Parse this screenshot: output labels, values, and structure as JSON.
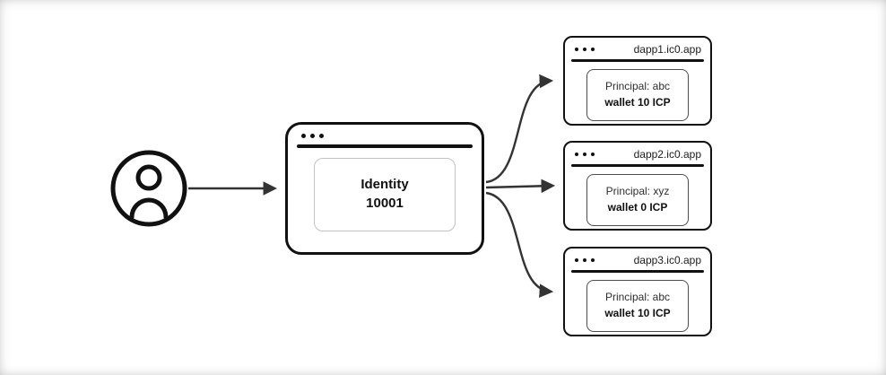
{
  "identity_window": {
    "name": "Identity",
    "number": "10001"
  },
  "dapp_windows": [
    {
      "domain": "dapp1.ic0.app",
      "principal": "Principal: abc",
      "wallet": "wallet 10 ICP"
    },
    {
      "domain": "dapp2.ic0.app",
      "principal": "Principal: xyz",
      "wallet": "wallet 0 ICP"
    },
    {
      "domain": "dapp3.ic0.app",
      "principal": "Principal: abc",
      "wallet": "wallet 10 ICP"
    }
  ],
  "icons": {
    "user_icon": "person",
    "window_dots_icon": "three-dots"
  },
  "colors": {
    "stroke": "#111111",
    "arrow": "#333333",
    "identity_inner_border": "#c2c2c2",
    "dapp_inner_border": "#4d4d4d",
    "background": "#ffffff"
  }
}
